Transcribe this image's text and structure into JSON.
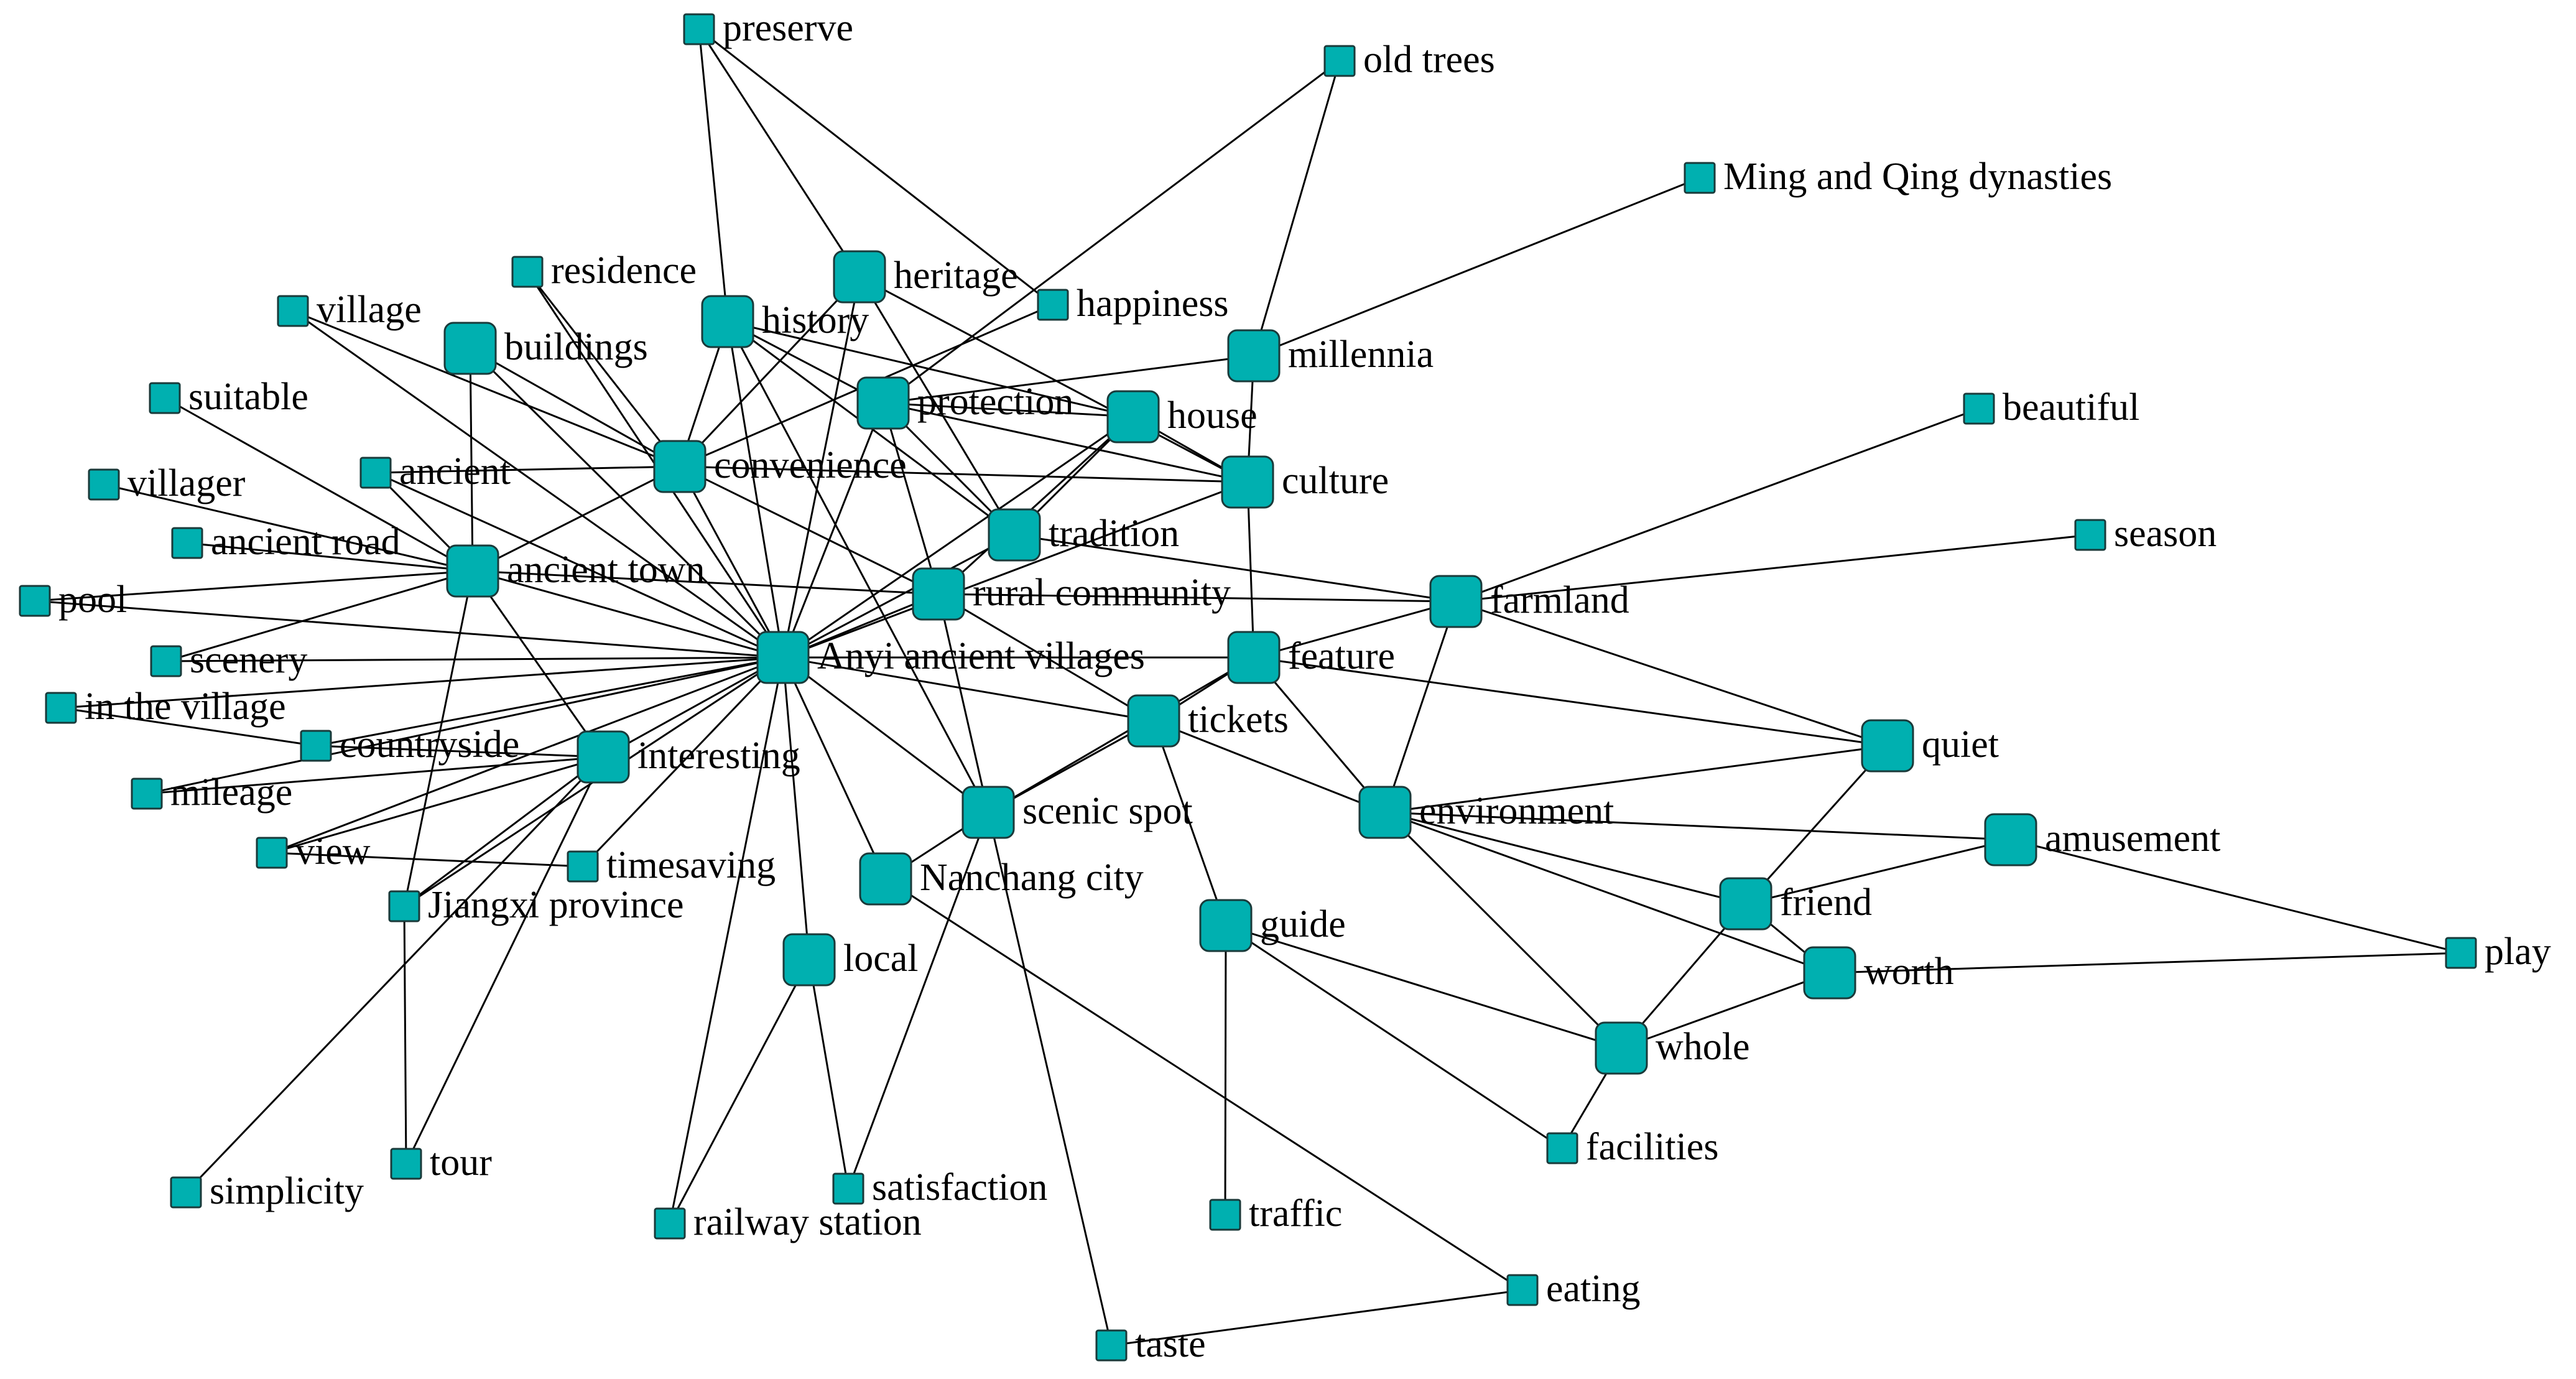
{
  "colors": {
    "node_fill": "#00b0b0",
    "node_border": "#1a3a3a",
    "edge": "#000000"
  },
  "nodes": [
    {
      "id": "anyi",
      "label": "Anyi ancient villages",
      "hub": true
    },
    {
      "id": "preserve",
      "label": "preserve",
      "hub": false
    },
    {
      "id": "old_trees",
      "label": "old trees",
      "hub": false
    },
    {
      "id": "ming_qing",
      "label": "Ming and Qing dynasties",
      "hub": false
    },
    {
      "id": "residence",
      "label": "residence",
      "hub": false
    },
    {
      "id": "heritage",
      "label": "heritage",
      "hub": true
    },
    {
      "id": "happiness",
      "label": "happiness",
      "hub": false
    },
    {
      "id": "village",
      "label": "village",
      "hub": false
    },
    {
      "id": "buildings",
      "label": "buildings",
      "hub": true
    },
    {
      "id": "history",
      "label": "history",
      "hub": true
    },
    {
      "id": "millennia",
      "label": "millennia",
      "hub": true
    },
    {
      "id": "suitable",
      "label": "suitable",
      "hub": false
    },
    {
      "id": "protection",
      "label": "protection",
      "hub": true
    },
    {
      "id": "house",
      "label": "house",
      "hub": true
    },
    {
      "id": "beautiful",
      "label": "beautiful",
      "hub": false
    },
    {
      "id": "ancient",
      "label": "ancient",
      "hub": false
    },
    {
      "id": "convenience",
      "label": "convenience",
      "hub": true
    },
    {
      "id": "culture",
      "label": "culture",
      "hub": true
    },
    {
      "id": "villager",
      "label": "villager",
      "hub": false
    },
    {
      "id": "tradition",
      "label": "tradition",
      "hub": true
    },
    {
      "id": "season",
      "label": "season",
      "hub": false
    },
    {
      "id": "ancient_road",
      "label": "ancient road",
      "hub": false
    },
    {
      "id": "ancient_town",
      "label": "ancient town",
      "hub": true
    },
    {
      "id": "pool",
      "label": "pool",
      "hub": false
    },
    {
      "id": "rural_community",
      "label": "rural community",
      "hub": true
    },
    {
      "id": "farmland",
      "label": "farmland",
      "hub": true
    },
    {
      "id": "scenery",
      "label": "scenery",
      "hub": false
    },
    {
      "id": "feature",
      "label": "feature",
      "hub": true
    },
    {
      "id": "in_village",
      "label": "in the village",
      "hub": false
    },
    {
      "id": "tickets",
      "label": "tickets",
      "hub": true
    },
    {
      "id": "quiet",
      "label": "quiet",
      "hub": true
    },
    {
      "id": "countryside",
      "label": "countryside",
      "hub": false
    },
    {
      "id": "interesting",
      "label": "interesting",
      "hub": true
    },
    {
      "id": "mileage",
      "label": "mileage",
      "hub": false
    },
    {
      "id": "environment",
      "label": "environment",
      "hub": true
    },
    {
      "id": "scenic_spot",
      "label": "scenic spot",
      "hub": true
    },
    {
      "id": "amusement",
      "label": "amusement",
      "hub": true
    },
    {
      "id": "view",
      "label": "view",
      "hub": false
    },
    {
      "id": "timesaving",
      "label": "timesaving",
      "hub": false
    },
    {
      "id": "nanchang",
      "label": "Nanchang city",
      "hub": true
    },
    {
      "id": "friend",
      "label": "friend",
      "hub": true
    },
    {
      "id": "jiangxi",
      "label": "Jiangxi province",
      "hub": false
    },
    {
      "id": "guide",
      "label": "guide",
      "hub": true
    },
    {
      "id": "play",
      "label": "play",
      "hub": false
    },
    {
      "id": "local",
      "label": "local",
      "hub": true
    },
    {
      "id": "worth",
      "label": "worth",
      "hub": true
    },
    {
      "id": "whole",
      "label": "whole",
      "hub": true
    },
    {
      "id": "facilities",
      "label": "facilities",
      "hub": false
    },
    {
      "id": "tour",
      "label": "tour",
      "hub": false
    },
    {
      "id": "simplicity",
      "label": "simplicity",
      "hub": false
    },
    {
      "id": "satisfaction",
      "label": "satisfaction",
      "hub": false
    },
    {
      "id": "railway",
      "label": "railway station",
      "hub": false
    },
    {
      "id": "traffic",
      "label": "traffic",
      "hub": false
    },
    {
      "id": "eating",
      "label": "eating",
      "hub": false
    },
    {
      "id": "taste",
      "label": "taste",
      "hub": false
    }
  ],
  "edges": [
    [
      "anyi",
      "ancient_town"
    ],
    [
      "anyi",
      "pool"
    ],
    [
      "anyi",
      "scenery"
    ],
    [
      "anyi",
      "in_village"
    ],
    [
      "anyi",
      "countryside"
    ],
    [
      "anyi",
      "interesting"
    ],
    [
      "anyi",
      "timesaving"
    ],
    [
      "anyi",
      "jiangxi"
    ],
    [
      "anyi",
      "railway"
    ],
    [
      "anyi",
      "local"
    ],
    [
      "anyi",
      "nanchang"
    ],
    [
      "anyi",
      "scenic_spot"
    ],
    [
      "anyi",
      "tickets"
    ],
    [
      "anyi",
      "feature"
    ],
    [
      "anyi",
      "rural_community"
    ],
    [
      "anyi",
      "tradition"
    ],
    [
      "anyi",
      "house"
    ],
    [
      "anyi",
      "protection"
    ],
    [
      "anyi",
      "history"
    ],
    [
      "anyi",
      "convenience"
    ],
    [
      "anyi",
      "buildings"
    ],
    [
      "anyi",
      "ancient"
    ],
    [
      "anyi",
      "village"
    ],
    [
      "anyi",
      "residence"
    ],
    [
      "anyi",
      "mileage"
    ],
    [
      "anyi",
      "view"
    ],
    [
      "anyi",
      "heritage"
    ],
    [
      "anyi",
      "culture"
    ],
    [
      "preserve",
      "heritage"
    ],
    [
      "preserve",
      "history"
    ],
    [
      "preserve",
      "happiness"
    ],
    [
      "old_trees",
      "protection"
    ],
    [
      "old_trees",
      "millennia"
    ],
    [
      "ming_qing",
      "millennia"
    ],
    [
      "residence",
      "convenience"
    ],
    [
      "heritage",
      "convenience"
    ],
    [
      "heritage",
      "tradition"
    ],
    [
      "heritage",
      "culture"
    ],
    [
      "happiness",
      "convenience"
    ],
    [
      "village",
      "convenience"
    ],
    [
      "buildings",
      "convenience"
    ],
    [
      "buildings",
      "ancient_town"
    ],
    [
      "history",
      "convenience"
    ],
    [
      "history",
      "protection"
    ],
    [
      "history",
      "tradition"
    ],
    [
      "history",
      "house"
    ],
    [
      "history",
      "scenic_spot"
    ],
    [
      "millennia",
      "protection"
    ],
    [
      "millennia",
      "culture"
    ],
    [
      "suitable",
      "ancient_town"
    ],
    [
      "protection",
      "tradition"
    ],
    [
      "protection",
      "rural_community"
    ],
    [
      "protection",
      "house"
    ],
    [
      "protection",
      "culture"
    ],
    [
      "house",
      "tradition"
    ],
    [
      "house",
      "rural_community"
    ],
    [
      "house",
      "culture"
    ],
    [
      "beautiful",
      "farmland"
    ],
    [
      "ancient",
      "ancient_town"
    ],
    [
      "ancient",
      "convenience"
    ],
    [
      "convenience",
      "rural_community"
    ],
    [
      "convenience",
      "culture"
    ],
    [
      "convenience",
      "ancient_town"
    ],
    [
      "culture",
      "feature"
    ],
    [
      "villager",
      "ancient_town"
    ],
    [
      "tradition",
      "farmland"
    ],
    [
      "season",
      "farmland"
    ],
    [
      "ancient_road",
      "ancient_town"
    ],
    [
      "ancient_town",
      "scenery"
    ],
    [
      "ancient_town",
      "interesting"
    ],
    [
      "ancient_town",
      "jiangxi"
    ],
    [
      "ancient_town",
      "rural_community"
    ],
    [
      "pool",
      "ancient_town"
    ],
    [
      "rural_community",
      "scenic_spot"
    ],
    [
      "rural_community",
      "farmland"
    ],
    [
      "rural_community",
      "tickets"
    ],
    [
      "farmland",
      "environment"
    ],
    [
      "farmland",
      "quiet"
    ],
    [
      "farmland",
      "feature"
    ],
    [
      "feature",
      "tickets"
    ],
    [
      "feature",
      "environment"
    ],
    [
      "feature",
      "quiet"
    ],
    [
      "feature",
      "scenic_spot"
    ],
    [
      "in_village",
      "countryside"
    ],
    [
      "tickets",
      "scenic_spot"
    ],
    [
      "tickets",
      "environment"
    ],
    [
      "tickets",
      "guide"
    ],
    [
      "quiet",
      "environment"
    ],
    [
      "quiet",
      "friend"
    ],
    [
      "countryside",
      "interesting"
    ],
    [
      "interesting",
      "view"
    ],
    [
      "interesting",
      "jiangxi"
    ],
    [
      "interesting",
      "simplicity"
    ],
    [
      "interesting",
      "tour"
    ],
    [
      "mileage",
      "interesting"
    ],
    [
      "environment",
      "amusement"
    ],
    [
      "environment",
      "friend"
    ],
    [
      "environment",
      "worth"
    ],
    [
      "environment",
      "whole"
    ],
    [
      "scenic_spot",
      "nanchang"
    ],
    [
      "scenic_spot",
      "satisfaction"
    ],
    [
      "scenic_spot",
      "taste"
    ],
    [
      "amusement",
      "friend"
    ],
    [
      "amusement",
      "play"
    ],
    [
      "timesaving",
      "view"
    ],
    [
      "nanchang",
      "eating"
    ],
    [
      "friend",
      "whole"
    ],
    [
      "friend",
      "worth"
    ],
    [
      "jiangxi",
      "tour"
    ],
    [
      "guide",
      "traffic"
    ],
    [
      "guide",
      "whole"
    ],
    [
      "guide",
      "facilities"
    ],
    [
      "play",
      "worth"
    ],
    [
      "local",
      "satisfaction"
    ],
    [
      "local",
      "railway"
    ],
    [
      "worth",
      "whole"
    ],
    [
      "whole",
      "facilities"
    ],
    [
      "eating",
      "taste"
    ]
  ]
}
